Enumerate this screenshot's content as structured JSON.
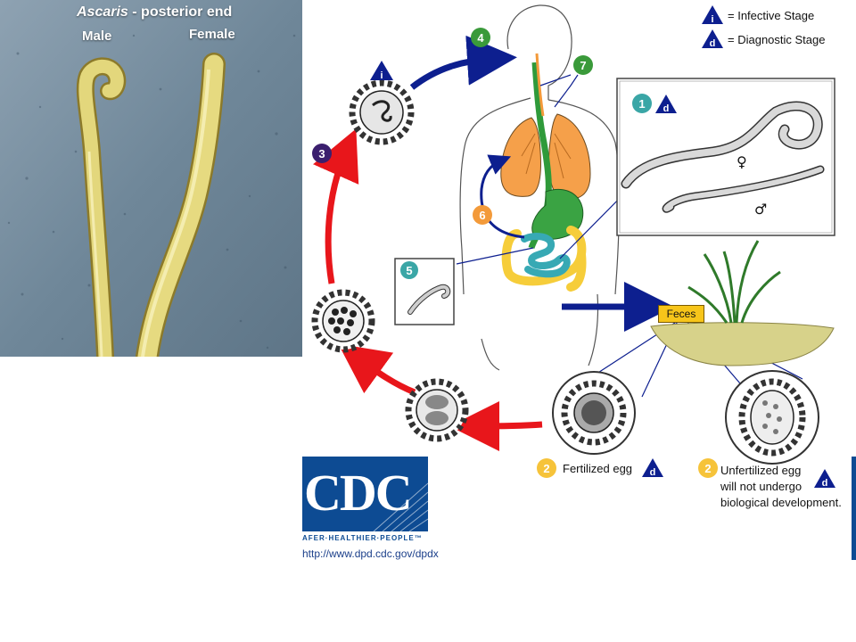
{
  "photo": {
    "title_italic": "Ascaris",
    "title_rest": " - posterior end",
    "label_male": "Male",
    "label_female": "Female"
  },
  "legend": {
    "infective_symbol": "i",
    "infective_label": "= Infective Stage",
    "diagnostic_symbol": "d",
    "diagnostic_label": "= Diagnostic Stage"
  },
  "stages": {
    "s1": "1",
    "s2a": "2",
    "s2b": "2",
    "s3": "3",
    "s4": "4",
    "s5": "5",
    "s6": "6",
    "s7": "7"
  },
  "sex_symbols": {
    "female": "♀",
    "male": "♂"
  },
  "feces_label": "Feces",
  "captions": {
    "fertilized": "Fertilized egg",
    "unfertilized_line1": "Unfertilized egg",
    "unfertilized_line2": "will not undergo",
    "unfertilized_line3": "biological development."
  },
  "cdc": {
    "letters": "CDC",
    "tagline": "AFER·HEALTHIER·PEOPLE™",
    "url": "http://www.dpd.cdc.gov/dpdx"
  },
  "colors": {
    "stage_green": "#3a9a3a",
    "stage_purple": "#3b1f6e",
    "stage_orange": "#f39a3a",
    "stage_teal": "#3aa6a6",
    "stage_yellow": "#f6c33a",
    "arrow_red": "#e8161b",
    "arrow_blue": "#0d1f8f",
    "cdc_blue": "#0d4b93"
  }
}
